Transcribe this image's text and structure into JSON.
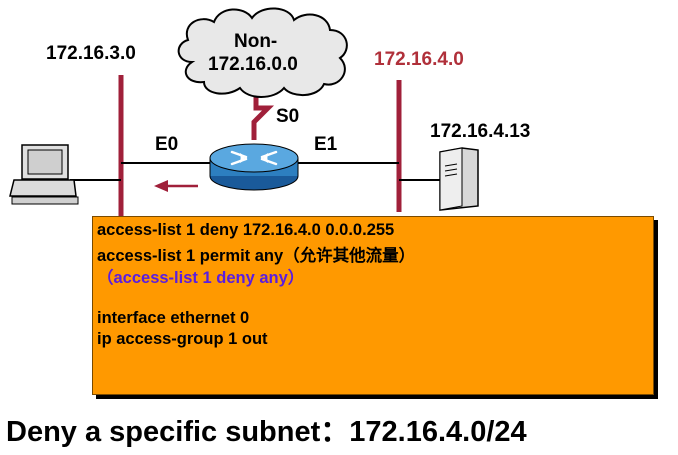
{
  "network": {
    "net_left": "172.16.3.0",
    "cloud_line1": "Non-",
    "cloud_line2": "172.16.0.0",
    "net_right": "172.16.4.0",
    "host_right": "172.16.4.13",
    "if_s0": "S0",
    "if_e0": "E0",
    "if_e1": "E1"
  },
  "acl": {
    "line1": "access-list 1 deny 172.16.4.0  0.0.0.255",
    "line2": "access-list 1 permit any（允许其他流量）",
    "line3": "（access-list 1 deny any）",
    "line4": "interface ethernet 0",
    "line5": "ip access-group 1 out"
  },
  "caption": "Deny a specific subnet：172.16.4.0/24",
  "colors": {
    "segment": "#a0203a",
    "highlight_text": "#b0303a",
    "acl_box": "#ff9900",
    "acl_implicit": "#5a1ee0",
    "router": "#2d7fc0"
  },
  "icons": [
    "cloud-icon",
    "router-icon",
    "workstation-icon",
    "server-icon",
    "arrow-left-icon"
  ]
}
